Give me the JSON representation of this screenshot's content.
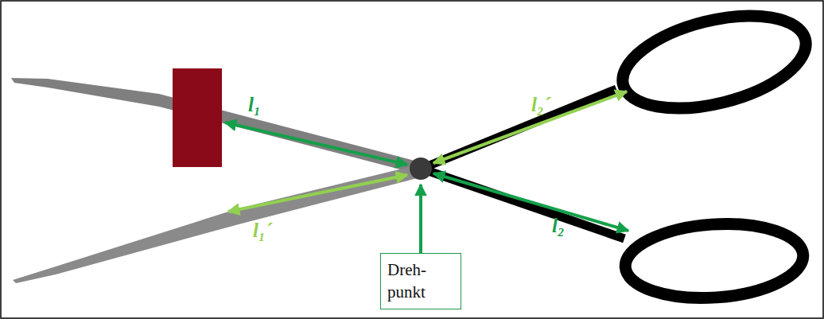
{
  "diagram": {
    "nodes": [
      {
        "text": [
          "Dreh- punkt"
        ]
      }
    ],
    "labels": [
      "l₁",
      "l₂´",
      "l₁´",
      "l₂"
    ]
  }
}
